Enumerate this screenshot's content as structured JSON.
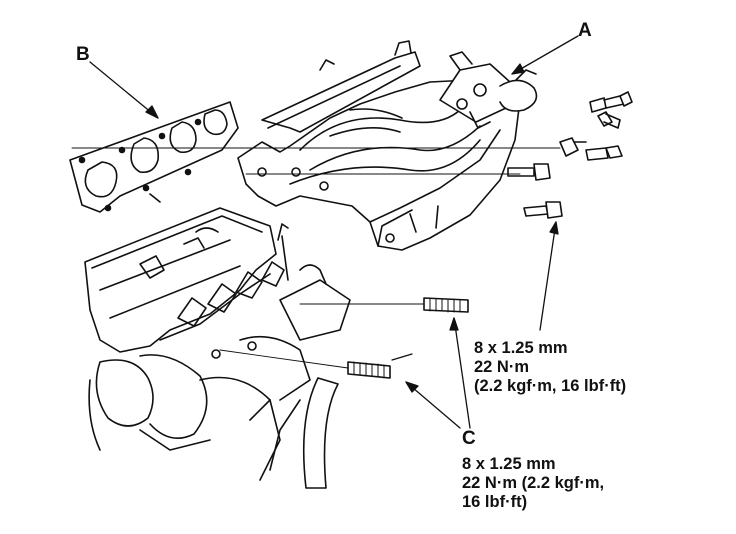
{
  "callouts": {
    "a": "A",
    "b": "B",
    "c": "C"
  },
  "spec_upper": {
    "line1": "8 x 1.25 mm",
    "line2": "22 N·m",
    "line3": "(2.2 kgf·m, 16 lbf·ft)"
  },
  "spec_c": {
    "line1": "8 x 1.25 mm",
    "line2": "22 N·m (2.2 kgf·m,",
    "line3": "16 lbf·ft)"
  },
  "colors": {
    "ink": "#111111",
    "paper": "#ffffff"
  }
}
